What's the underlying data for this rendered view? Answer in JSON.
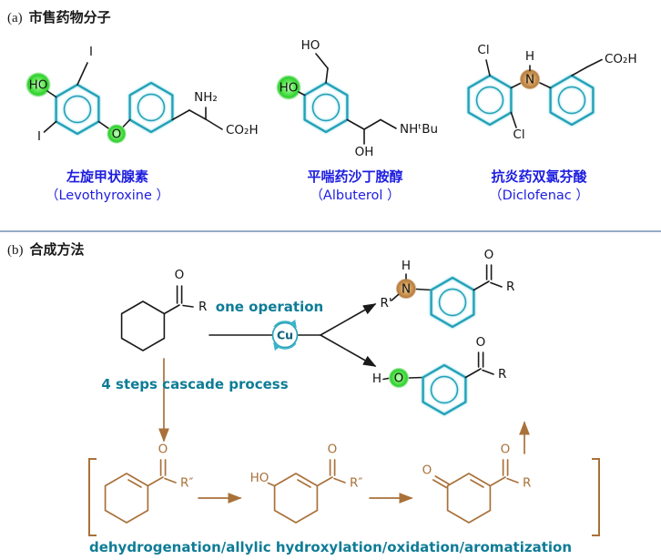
{
  "palette": {
    "teal": "#23a0b6",
    "teal_text": "#0e7c96",
    "blue": "#1d1de0",
    "brown": "#a9713a",
    "ink": "#1a1a1a",
    "green": "#3fd43f",
    "divider": "#95abc4"
  },
  "section_a": {
    "tag": "(a)",
    "title": "市售药物分子",
    "molecules": [
      {
        "name_cn": "左旋甲状腺素",
        "name_en": "（Levothyroxine ）",
        "atoms": {
          "ho": "HO",
          "i_top": "I",
          "i_bottom": "I",
          "o_bridge": "O",
          "nh2": "NH₂",
          "co2h": "CO₂H"
        }
      },
      {
        "name_cn": "平喘药沙丁胺醇",
        "name_en": "（Albuterol ）",
        "atoms": {
          "ho_top": "HO",
          "ho_ring": "HO",
          "oh": "OH",
          "nhtbu": "NHᵗBu"
        }
      },
      {
        "name_cn": "抗炎药双氯芬酸",
        "name_en": "（Diclofenac ）",
        "atoms": {
          "cl_top": "Cl",
          "cl_bottom": "Cl",
          "h": "H",
          "n": "N",
          "co2h": "CO₂H"
        }
      }
    ]
  },
  "section_b": {
    "tag": "(b)",
    "title": "合成方法",
    "one_operation": "one operation",
    "catalyst": "Cu",
    "cascade": "4 steps cascade process",
    "caption": "dehydrogenation/allylic hydroxylation/oxidation/aromatization",
    "start_material": {
      "o": "O",
      "r": "R"
    },
    "amine_product": {
      "h": "H",
      "n": "N",
      "r_prime": "R'",
      "o": "O",
      "r": "R"
    },
    "phenol_product": {
      "h": "H",
      "o_ring": "O",
      "o": "O",
      "r": "R"
    },
    "intermediate_1": {
      "o": "O",
      "r": "R″"
    },
    "intermediate_2": {
      "ho": "HO",
      "o": "O",
      "r": "R″"
    },
    "intermediate_3": {
      "o_ring": "O",
      "o": "O",
      "r": "R"
    }
  }
}
